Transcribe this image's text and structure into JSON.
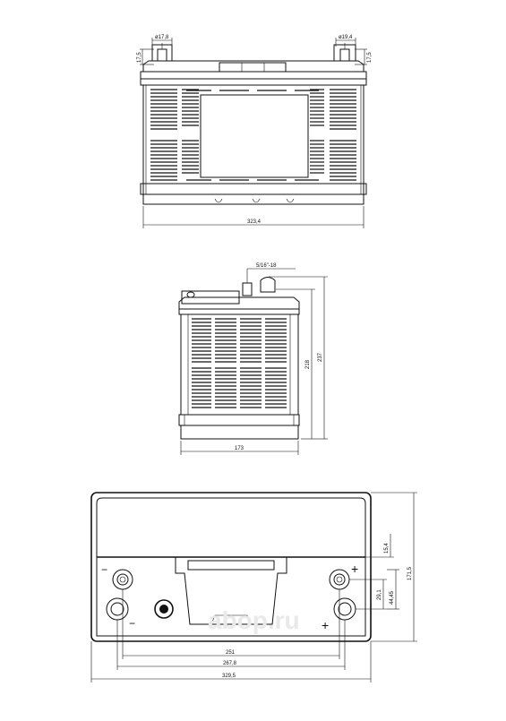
{
  "top_view": {
    "dim_left_terminal_dia": "ø17,8",
    "dim_right_terminal_dia": "ø19,4",
    "dim_left_terminal_height": "17,5",
    "dim_right_terminal_height": "17,5",
    "dim_length": "323,4"
  },
  "side_view": {
    "dim_bolt": "5/16\"-18",
    "dim_height_body": "218",
    "dim_height_total": "237",
    "dim_width": "173"
  },
  "plan_view": {
    "dim_15_4": "15,4",
    "dim_171_5": "171,5",
    "dim_29_1": "29,1",
    "dim_44_45": "44,45",
    "dim_251": "251",
    "dim_267_8": "267,8",
    "dim_329_5": "329,5",
    "sym_minus_top": "−",
    "sym_minus_bottom": "−",
    "sym_plus_top": "+",
    "sym_plus_bottom": "+"
  },
  "watermark": "abop.ru"
}
